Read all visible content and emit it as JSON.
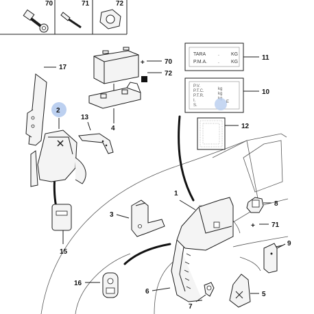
{
  "labels": {
    "p1": "1",
    "p2": "2",
    "p3": "3",
    "p4": "4",
    "p5": "5",
    "p6": "6",
    "p7": "7",
    "p8": "8",
    "p9": "9",
    "p10": "10",
    "p11": "11",
    "p12": "12",
    "p13": "13",
    "p15": "15",
    "p16": "16",
    "p17": "17",
    "p70a": "70",
    "p71a": "71",
    "p72a": "72",
    "p70b": "70",
    "p71b": "71",
    "p72b": "72"
  },
  "plate11": {
    "row1_key": "TARA",
    "row1_unit": "KG",
    "row2_key": "P.M.A.",
    "row2_unit": "KG"
  },
  "plate10": {
    "rows": [
      "P.V.",
      "P.T.C.",
      "P.T.R.",
      "I.",
      "S."
    ],
    "units": [
      "kg",
      "kg",
      "kg",
      "",
      ""
    ],
    "letter": "E"
  },
  "colors": {
    "highlight": "#bcd0f0",
    "ink": "#1a1a1a"
  }
}
